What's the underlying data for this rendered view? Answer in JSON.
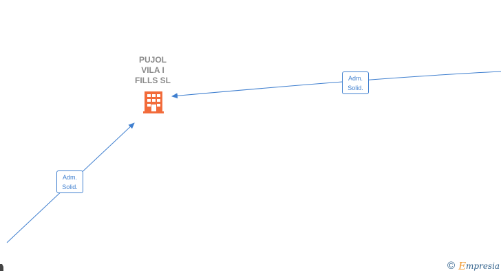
{
  "company": {
    "name_lines": [
      "PUJOL",
      "VILA I",
      "FILLS  SL"
    ],
    "icon": "building-icon",
    "icon_color": "#f26b3a"
  },
  "relations": [
    {
      "line1": "Adm.",
      "line2": "Solid.",
      "direction": "from-right"
    },
    {
      "line1": "Adm.",
      "line2": "Solid.",
      "direction": "from-bottom-left"
    }
  ],
  "edge_color": "#3f7fcf",
  "watermark": {
    "symbol": "©",
    "brand_initial": "E",
    "brand_rest": "mpresia"
  }
}
